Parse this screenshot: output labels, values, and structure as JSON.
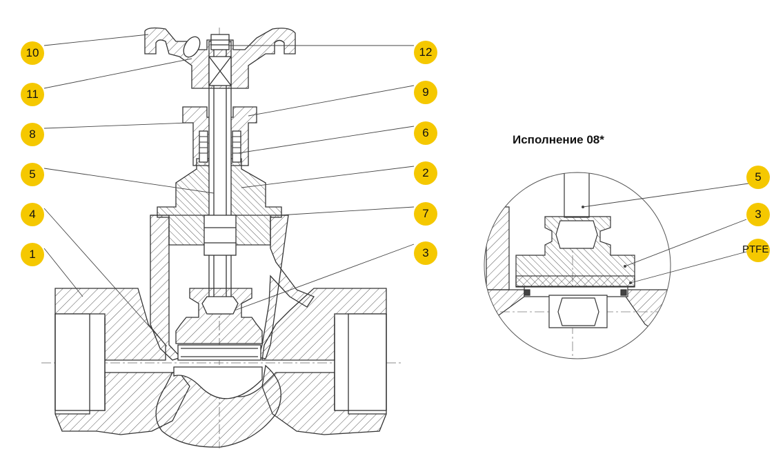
{
  "inset": {
    "title": "Исполнение  08*",
    "material_label": "PTFE"
  },
  "callouts_main": [
    "1",
    "2",
    "3",
    "4",
    "5",
    "6",
    "7",
    "8",
    "9",
    "10",
    "11",
    "12"
  ],
  "callouts_inset": [
    "5",
    "3"
  ],
  "colors": {
    "badge": "#f5c800",
    "line": "#333333",
    "hatch": "#555555"
  }
}
